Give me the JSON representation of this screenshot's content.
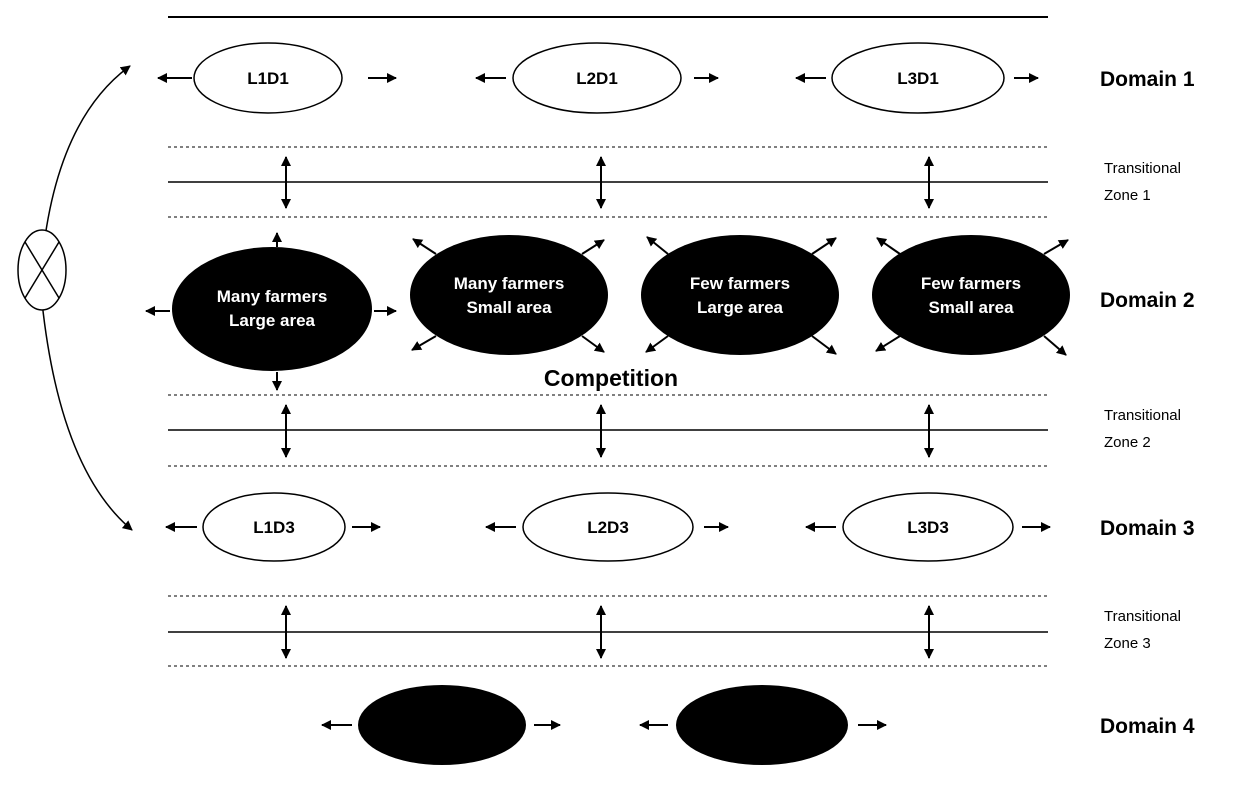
{
  "domains": [
    {
      "label": "Domain 1"
    },
    {
      "label": "Domain 2"
    },
    {
      "label": "Domain 3"
    },
    {
      "label": "Domain 4"
    }
  ],
  "zones": [
    {
      "line1": "Transitional",
      "line2": "Zone 1"
    },
    {
      "line1": "Transitional",
      "line2": "Zone 2"
    },
    {
      "line1": "Transitional",
      "line2": "Zone 3"
    }
  ],
  "domain1_nodes": [
    "L1D1",
    "L2D1",
    "L3D1"
  ],
  "domain2_nodes": [
    {
      "line1": "Many farmers",
      "line2": "Large area"
    },
    {
      "line1": "Many farmers",
      "line2": "Small area"
    },
    {
      "line1": "Few farmers",
      "line2": "Large area"
    },
    {
      "line1": "Few farmers",
      "line2": "Small area"
    }
  ],
  "domain3_nodes": [
    "L1D3",
    "L2D3",
    "L3D3"
  ],
  "competition_label": "Competition",
  "colors": {
    "fill_dark": "#000000",
    "fill_light": "#ffffff",
    "stroke": "#000000"
  }
}
